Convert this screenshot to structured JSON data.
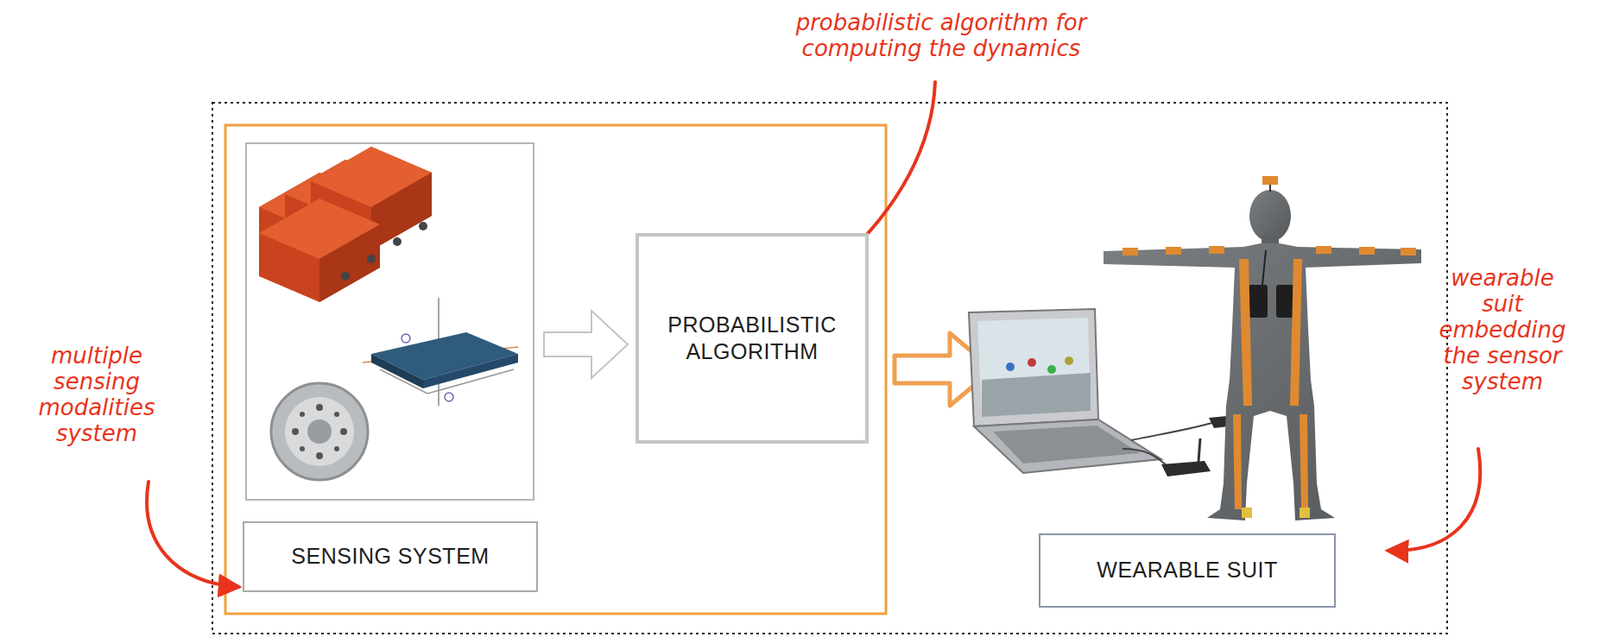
{
  "diagram": {
    "nodes": [
      {
        "text": [
          "SENSING SYSTEM"
        ]
      },
      {
        "text": [
          "PROBABILISTIC ALGORITHM"
        ]
      },
      {
        "text": [
          "WEARABLE SUIT"
        ]
      }
    ],
    "labels": [
      "probabilistic algorithm for computing the dynamics",
      "multiple sensing modalities system",
      "wearable suit embedding the sensor system"
    ]
  }
}
